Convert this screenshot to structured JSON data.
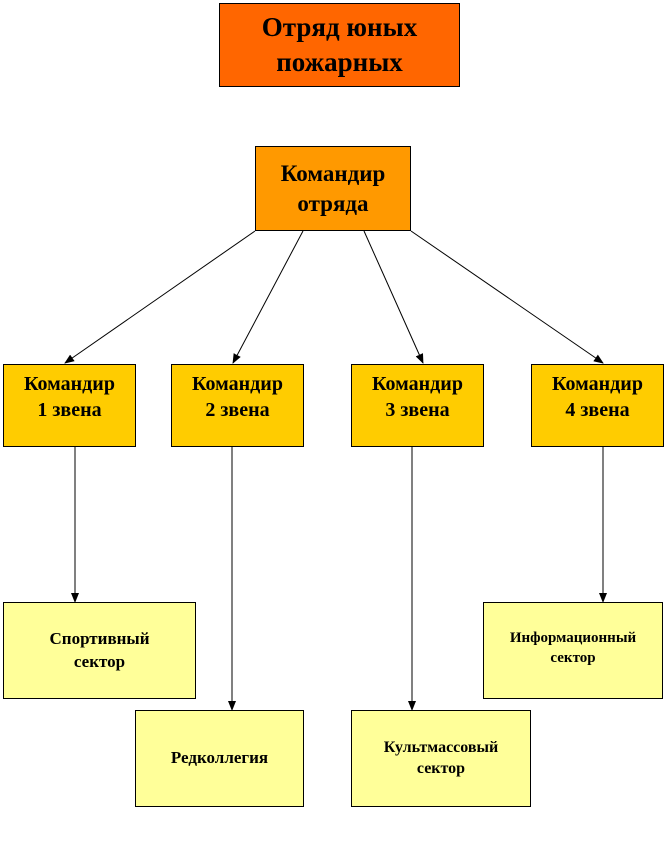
{
  "colors": {
    "title": "#FF6600",
    "commander": "#FF9900",
    "zveno": "#FFCC00",
    "sector": "#FFFF99"
  },
  "title": {
    "line1": "Отряд юных",
    "line2": "пожарных"
  },
  "commander": {
    "line1": "Командир",
    "line2": "отряда"
  },
  "zvenos": [
    {
      "line1": "Командир",
      "line2": "1 звена"
    },
    {
      "line1": "Командир",
      "line2": "2 звена"
    },
    {
      "line1": "Командир",
      "line2": "3 звена"
    },
    {
      "line1": "Командир",
      "line2": "4 звена"
    }
  ],
  "sectors": [
    {
      "line1": "Спортивный",
      "line2": "сектор"
    },
    {
      "line1": "Редколлегия",
      "line2": ""
    },
    {
      "line1": "Культмассовый",
      "line2": "сектор"
    },
    {
      "line1": "Информационный",
      "line2": "сектор"
    }
  ]
}
